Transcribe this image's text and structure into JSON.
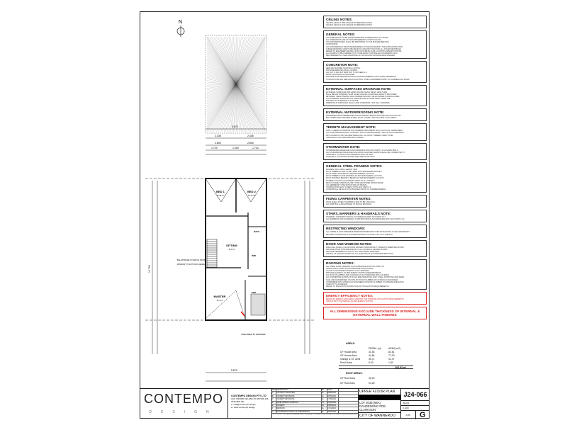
{
  "plan": {
    "north_label": "N",
    "rooms": [
      {
        "label": "BED 1",
        "area": "11.08 m²"
      },
      {
        "label": "BED 2",
        "area": "10.70 m²"
      },
      {
        "label": "BATH"
      },
      {
        "label": "SITTING",
        "area": "11.8 m²"
      },
      {
        "label": "MASTER",
        "area": "13.4 m²"
      },
      {
        "label": "ENS"
      },
      {
        "label": "WIR"
      }
    ],
    "dims": {
      "overall_width": "5.870",
      "top_a": "2.435",
      "top_b": "2.435",
      "mid_a": "2.800",
      "mid_b": "2.800",
      "row_a": "1.720",
      "row_b": "1.000",
      "row_c": "1.720",
      "overall_depth": "14.700"
    },
    "annotations": [
      "BALUSTRADE TO MATCH ROOF",
      "WINDOW TO SUIT ROOF HEIGHT",
      "STEEL BEAM BY ENGINEER"
    ]
  },
  "notes": [
    {
      "title": "CEILING NOTES:",
      "lines": [
        "CEILING HEIGHT 2590 UNLESS OTHERWISE NOTED.",
        "CEILING HEIGHT 2440 UNLESS OTHERWISE NOTED."
      ]
    },
    {
      "title": "GENERAL NOTES:",
      "lines": [
        "ALL DIMENSIONS TO BE VERIFIED BEFORE COMMENCING ANY WORK.",
        "ALL DIMENSIONS ARE TO TAKE PREFERENCE OVER SCALING.",
        "ANY DISCREPANCIES SHALL BE REPORTED TO THE BUILDER BEFORE",
        "CONTINUING.",
        "ANY DISCREPANCY MUST BE REFERRED TO THE BUILDER BY THE SUBCONTRACTOR.",
        "THESE DRAWINGS ARE TO BE READ IN CONJUNCTION WITH ALL OTHER DRAWINGS",
        "REFER TO ENGINEERS DETAILS FOR CONCRETE SLAB & FOOTING SPECIFICATIONS.",
        "ALL WORKS TO BE CARRIED OUT TO RELEVANT AUSTRALIAN STANDARDS, NCC.",
        "REQUIREMENTS & SHALL BE DONE IN A GOOD AND WORKMANLIKE MANNER."
      ]
    },
    {
      "title": "CONCRETOR NOTE:",
      "lines": [
        "REDUCE SHOWER SLAB 50mm EXTRA.",
        "PROVIDE REBATE FOR ALL DOORS.",
        "ALL CUT & FILL BATTERS NOT TO EXCEED 1:2.",
        "DROP FOOTINGS AS INDICATED.",
        "PROVIDE SLAB PENETRATIONS AS PER ENGINEERS STRUCTURAL DRAWINGS.",
        "CONTRACTOR AND SERVICE LOCATIONS TO BE CONFIRMED PRIOR TO COMMENCING WORK."
      ]
    },
    {
      "title": "EXTERNAL SURFACES DRAINAGE NOTE:",
      "lines": [
        "EXTERNAL SURFACES INCLUDING PAVING SHALL BE NO LESS THAN",
        "50mm BELOW INTERNAL SLAB LEVEL UNLESS A CHANNEL DRAIN IS PROVIDED",
        "BETWEEN THE EXTERNAL WALL PERIMETER AND THE EXTERNAL SURFACE AREA.",
        "ALL EXTERNAL SURFACES ON GROUND SHALL SLOPE AWAY FROM THE",
        "BUILDING AT A MINIMUM 1:40 SLOPE.",
        "IMPERVIOUS SURFACES SHALL HAVE A MINIMUM 1:100 FALL TOWARDS"
      ]
    },
    {
      "title": "EXTERNAL WATERPROOFING NOTE:",
      "lines": [
        "WATERPROOFING MEMBRANES FOR EXTERNAL ABOVE GROUND USE SUCH AS ON",
        "BALCONIES AND EXPOSED SLABS, SHALL COMPLY WITH AS 4654.1 & AS 4654.2"
      ]
    },
    {
      "title": "TERMITE MANAGEMENT NOTE:",
      "lines": [
        "APPLY CHEMICAL TERMITE SOIL BARRIER TREATMENT AND A PHYSICAL TERMI-MESH",
        "ALL SLAB PENETRATIONS, CONTROL JOINTS AND BOUNDARY WALLS IN ACCORDANCE",
        "WITH AS3660.1 FOR THE NEW DWELLING. ALL ROOF TIMBERS USED TO BE",
        "SUPPLIED IN ACCORDANCE WITH AS3660."
      ]
    },
    {
      "title": "STORMWATER NOTE:",
      "lines": [
        "STORMWATER DRAINAGE IN ACCORDANCE WITH NCC PART 3.3 & AS/NZS 3500.3",
        "ALL STORMWATER DRAINAGE INCLUDING CHANNEL GRATES SHALL BE CONNECTED TO",
        "SOAKWELL SYSTEM IN ACCORDANCE WITH AS 3500.",
        "SOAKWELL LOCATIONS SHOWN ARE INDICATIVE ONLY."
      ]
    },
    {
      "title": "GENERAL STEEL FRAMING NOTES:",
      "lines": [
        "FRAMES: 90mm WALL HEIGHT 2590.",
        "90/1.0 TIMBER STUDS TO BE LINED WITH ENGINEERS DETAILS.",
        "90/1.0 STEEL TRUSSES AS PER ENGINEERS LAYOUTS.",
        "90/1.0 TIMBER FLOOR FRAMING AS PER ENGINEERS LAYOUTS.",
        "90/1.0 ROOFING BEHIND & BEAMS AS PER ENGINEERS LAYOUTS.",
        "DOUBLE HOT DIP GALVANISED FINISH TO ALL LINTELS.",
        "METAL FRAME OPENINGS ARE TO BE MEASURED FROM FRAME.",
        "ALL MEMBERS TO BE WITHIN SIZE OF BEAMS.",
        "CONTRACTOR MUST COMPLY WITH NCC PART 3.4.",
        "CONFIRM ALL DETAILS WITH BUILDER PRIOR TO COMMENCEMENT."
      ]
    },
    {
      "title": "FIXING CARPENTER NOTES:",
      "lines": [
        "40x40 SHELF FIXED TO ROBES & WIR TO BE 1700 HIGH.",
        "ALL SKIRTING & ARCHITRAVE TO MATCH EXISTING."
      ]
    },
    {
      "title": "STAIRS, BARRIERS & HANDRAILS NOTE:",
      "lines": [
        "STAIRWAY CONSTRUCTION IN ACCORDANCE WITH NCC PART 3.9.1",
        "ALL BARRIERS AND HANDRAILS CONSTRUCTED IN ACCORDANCE WITH NCC PART 3.9.2"
      ]
    },
    {
      "title": "RESTRICTED WINDOWS:",
      "lines": [
        "ALL UPPER FLOOR OPENABLE BEDROOM WINDOWS TO BE FITTED WITH A CHILD RESISTANT",
        "RESTRICTION DEVICE IN ACCORDANCE WITH CLAUSE 3.9.2.6 OF THE NCC."
      ]
    },
    {
      "title": "DOOR AND WINDOW NOTES:",
      "lines": [
        "2340 HIGH (2040mm) HIGH DOOR FRAMES THROUGHOUT, UNLESS OTHERWISE NOTED.",
        "PROVIDE DOOR STOPS/BUFFERS TO ALL INTERNAL HINGED DOORS.",
        "PROVIDE TEMPERED GLASS TO ALL WET AREAS WINDOWS.",
        "INSTALL OF SLIDING DOORS TO ALL SHELVING IN ACCORDANCE WITH NCC."
      ]
    },
    {
      "title": "ROOFING NOTES:",
      "lines": [
        "ALL STEEL ROOF FRAMING IN ACCORDANCE WITH NCC PART 3.5.",
        "STRUCTURAL STEEL IN ACCORDANCE WITH AS 4100.",
        "CLASS 3 GALVANISED STRAPS TO ALL RAFTERS.",
        "PROVIDE SARKING AS PER ENERGY RATING REQUIREMENTS.",
        "ALL ROOF PLUMBING AND FLASHING IN ACCORDANCE WITH AS 3500.3",
        "ALL DOWNPIPES SHOWN ON PLAN ARE INDICATIVE ONLY; FINAL POSITIONS AND SIZES",
        "SHALL BE DETERMINED ON SITE BY ROOF PLUMBER OR HYDRAULIC ENGINEER.",
        "CONFIRMED WITH HYDRAULIC ENGINEER OR ROOF PLUMBER TO ENSURE ADEQUATE",
        "CAPACITY IS ACHIEVED.",
        "REFER TO INSULATION NOTES FOR ANY INSULATION REQUIREMENTS."
      ]
    }
  ],
  "energy": {
    "title": "ENERGY EFFICIENCY NOTES:",
    "lines": [
      "REFER TO ENERGY EFFICIENCY REPORT FOR INTERNAL INSULATION REQUIREMENTS.",
      "INSULATION TO EXTERNAL AS PER ENERGY RATING."
    ]
  },
  "dim_warning": "ALL DIMENSIONS EXCLUDE THICKNESS OF INTERNAL & EXTERNAL WALL FINISHES",
  "areas": {
    "title": "AREAS:",
    "headers": [
      "",
      "PERIM. (m)",
      "AREA (m2)"
    ],
    "rows": [
      [
        "UF House Area",
        "41,54",
        "82,61"
      ],
      [
        "GF House Area",
        "44,84",
        "77,03"
      ],
      [
        "Garage & ST. Area",
        "35,71",
        "41,07"
      ],
      [
        "Porch Area",
        "5,03",
        "1,82"
      ]
    ],
    "total": "202,93 m²",
    "roof_title": "ROOF AREAS:",
    "roof_rows": [
      [
        "GF Roof Area",
        "40,20"
      ],
      [
        "UF Roof Area",
        "94,26"
      ]
    ]
  },
  "titleblock": {
    "logo_main": "CONTEMPO",
    "logo_sub": "DESIGN",
    "company": "CONTEMPO DESIGN PTY LTD",
    "abn": "ACN 188 986 196   ABN 45 188 986 196",
    "phone": "0435 888 100",
    "email": "e: mail@contempo.design",
    "web": "w: www.contempo.design",
    "rev_header": [
      "REV",
      "DESCRIPTION",
      "BY",
      "DATE"
    ],
    "revisions": [
      [
        "A",
        "CONTRACT DRAFTING",
        "AL",
        "29/08/2024"
      ],
      [
        "B",
        "CONCEPT REVISIONS",
        "AL",
        "07/09/2024"
      ],
      [
        "C",
        "CONCEPT REVISIONS",
        "AL",
        "17/09/2024"
      ],
      [
        "D",
        "DEVELOPMENT APPROVAL",
        "JG",
        "10/09/2024"
      ],
      [
        "E",
        "CONCEPT",
        "JR",
        "15/09/2024"
      ],
      [
        "F",
        "REVISION",
        "AL",
        "17/11/2024"
      ],
      [
        "G",
        "ENGINEERING DETAILS & AMENDMENTS",
        "AL",
        "03/02/2025"
      ]
    ],
    "copyright": "© COPYRIGHT: These plans and drawings remain the property of Contempo Design and may not be copied or used without permission.",
    "drawing_title": "UPPER FLOOR PLAN",
    "address": "LOT 2035 (68A) DANDENONG PDE, CLARKSON",
    "council": "CITY OF WANNEROO",
    "job_no": "J24-066",
    "size": "B1/A4",
    "scale": "1:100",
    "sheet": "A.05",
    "revision": "G"
  }
}
